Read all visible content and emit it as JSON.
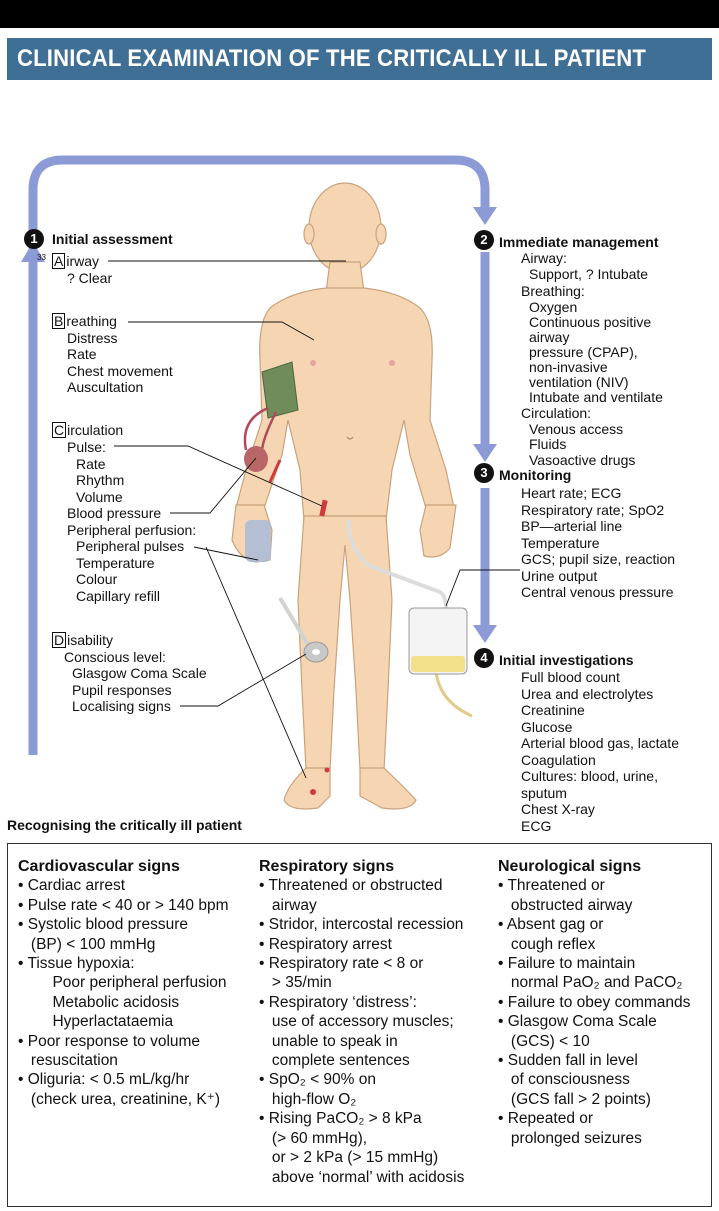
{
  "title": "CLINICAL EXAMINATION OF THE CRITICALLY ILL PATIENT",
  "colors": {
    "banner": "#3f6f95",
    "arrow": "#8c9ad6",
    "skin": "#f6d6b2",
    "cuff": "#6f8c5a",
    "urine": "#f3e08a"
  },
  "steps": [
    {
      "number": "1",
      "title": "Initial assessment"
    },
    {
      "number": "2",
      "title": "Immediate management"
    },
    {
      "number": "3",
      "title": "Monitoring"
    },
    {
      "number": "4",
      "title": "Initial investigations"
    }
  ],
  "footnote_marker": "33",
  "assessment": {
    "airway": {
      "letter": "A",
      "rest": "irway",
      "items": [
        "? Clear"
      ]
    },
    "breathing": {
      "letter": "B",
      "rest": "reathing",
      "items": [
        "Distress",
        "Rate",
        "Chest movement",
        "Auscultation"
      ]
    },
    "circulation": {
      "letter": "C",
      "rest": "irculation",
      "pulse_label": "Pulse:",
      "pulse_items": [
        "Rate",
        "Rhythm",
        "Volume"
      ],
      "bp": "Blood pressure",
      "perfusion_label": "Peripheral perfusion:",
      "perfusion_items": [
        "Peripheral pulses",
        "Temperature",
        "Colour",
        "Capillary refill"
      ]
    },
    "disability": {
      "letter": "D",
      "rest": "isability",
      "conscious_label": "Conscious level:",
      "items": [
        "Glasgow Coma Scale",
        "Pupil responses",
        "Localising signs"
      ]
    }
  },
  "management": {
    "airway_label": "Airway:",
    "airway_items": [
      "Support, ? Intubate"
    ],
    "breathing_label": "Breathing:",
    "breathing_items": [
      "Oxygen",
      "Continuous positive",
      "airway",
      "pressure (CPAP),",
      "non-invasive",
      "ventilation (NIV)",
      "Intubate and ventilate"
    ],
    "circulation_label": "Circulation:",
    "circulation_items": [
      "Venous access",
      "Fluids",
      "Vasoactive drugs"
    ]
  },
  "monitoring": [
    "Heart rate; ECG",
    "Respiratory rate; SpO2",
    "BP—arterial line",
    "Temperature",
    "GCS; pupil size, reaction",
    "Urine output",
    "Central venous pressure"
  ],
  "investigations": [
    "Full blood count",
    "Urea and electrolytes",
    "Creatinine",
    "Glucose",
    "Arterial blood gas, lactate",
    "Coagulation",
    "Cultures: blood, urine,",
    "sputum",
    "Chest X-ray",
    "ECG"
  ],
  "recognising_title": "Recognising the critically ill patient",
  "signs": {
    "cardiovascular": {
      "title": "Cardiovascular signs",
      "rows": [
        "• Cardiac arrest",
        "• Pulse rate < 40 or > 140 bpm",
        "• Systolic blood pressure",
        "   (BP) < 100 mmHg",
        "• Tissue hypoxia:",
        "        Poor peripheral perfusion",
        "        Metabolic acidosis",
        "        Hyperlactataemia",
        "• Poor response to volume",
        "   resuscitation",
        "• Oliguria: < 0.5 mL/kg/hr",
        "   (check urea, creatinine, K⁺)"
      ]
    },
    "respiratory": {
      "title": "Respiratory signs",
      "rows": [
        "• Threatened or obstructed",
        "   airway",
        "• Stridor, intercostal recession",
        "• Respiratory arrest",
        "• Respiratory rate < 8 or",
        "   > 35/min",
        "• Respiratory ‘distress’:",
        "   use of accessory muscles;",
        "   unable to speak in",
        "   complete sentences",
        "• SpO₂ < 90% on",
        "   high-flow O₂",
        "• Rising PaCO₂ > 8 kPa",
        "   (> 60 mmHg),",
        "   or > 2 kPa (> 15 mmHg)",
        "   above ‘normal’ with acidosis"
      ]
    },
    "neurological": {
      "title": "Neurological signs",
      "rows": [
        "• Threatened or",
        "   obstructed airway",
        "• Absent gag or",
        "   cough reflex",
        "• Failure to maintain",
        "   normal PaO₂ and PaCO₂",
        "• Failure to obey commands",
        "• Glasgow Coma Scale",
        "   (GCS) < 10",
        "• Sudden fall in level",
        "   of consciousness",
        "   (GCS fall > 2 points)",
        "• Repeated or",
        "   prolonged seizures"
      ]
    }
  }
}
